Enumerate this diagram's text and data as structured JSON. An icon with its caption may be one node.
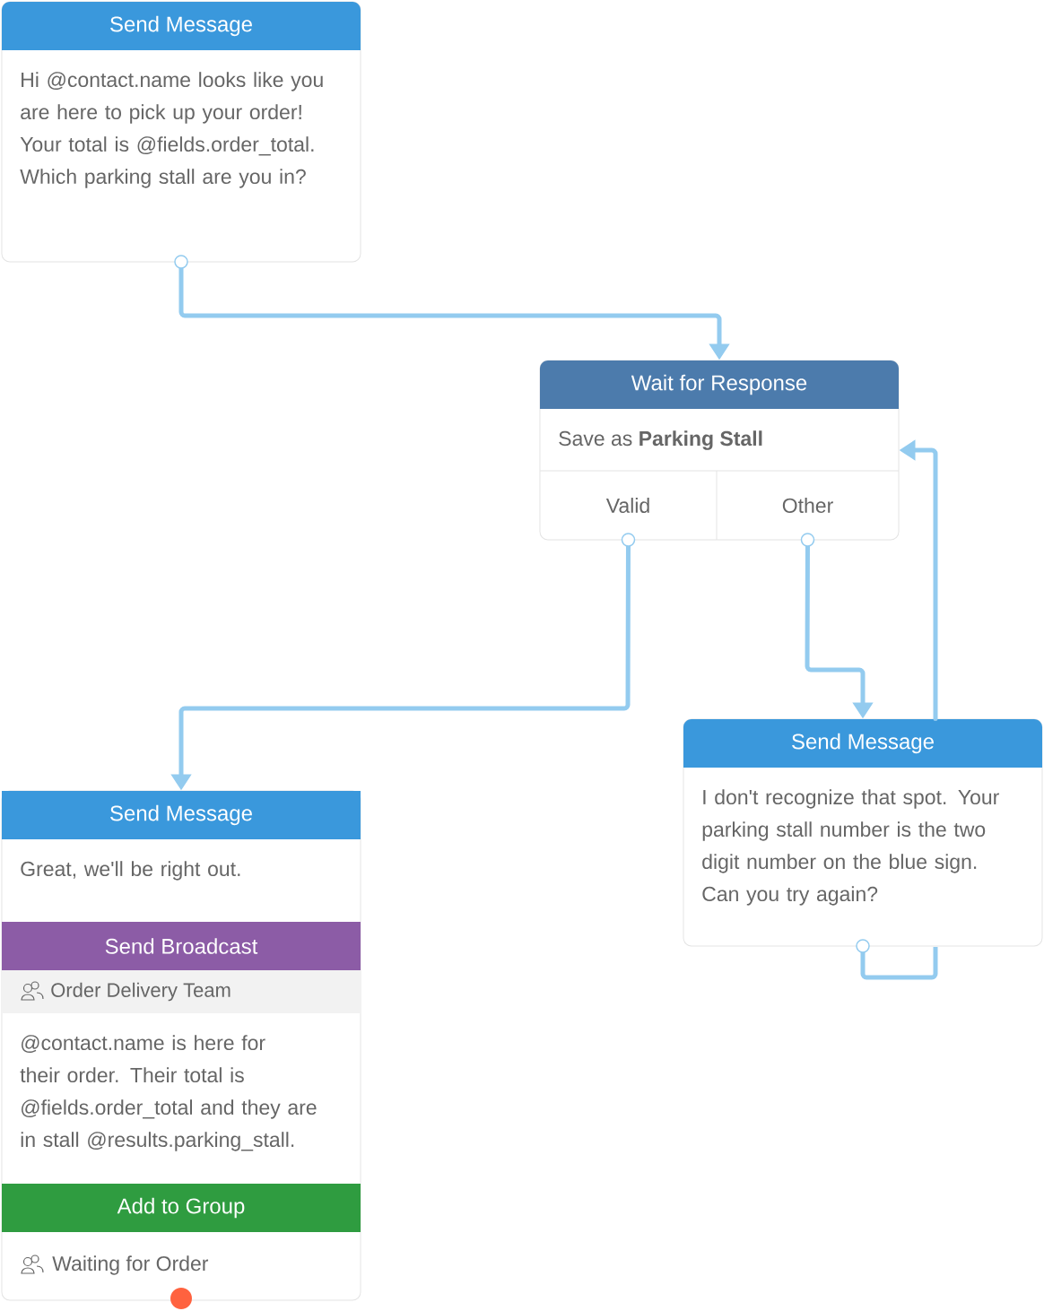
{
  "diagram": {
    "nodes": [
      {
        "text": [
          "Send Message",
          "Hi @contact.name looks like you are here to pick up your order! Your total is @fields.order_total. Which parking stall are you in?"
        ]
      },
      {
        "text": [
          "Wait for Response",
          "Save as **Parking Stall**"
        ]
      },
      {
        "text": [
          "Valid"
        ],
        "in": 1
      },
      {
        "text": [
          "Other"
        ],
        "in": 1
      },
      {
        "text": [],
        "shape": "box"
      },
      {
        "text": [
          "Send Message",
          "Great, we'll be right out."
        ],
        "in": 4
      },
      {
        "text": [
          "Send Broadcast",
          "Order Delivery Team",
          "@contact.name is here for their order. Their total is @fields.order_total and they are in stall @results.parking_stall."
        ],
        "in": 4
      },
      {
        "text": [
          "Add to Group",
          "Waiting for Order"
        ],
        "in": 4
      },
      {
        "text": [
          "Send Message",
          "I don't recognize that spot. Your parking stall number is the two digit number on the blue sign. Can you try again?"
        ]
      }
    ],
    "edges": [
      {
        "from": 0,
        "to": 1,
        "arrow": "to"
      },
      {
        "from": 2,
        "to": 4,
        "arrow": "to"
      },
      {
        "from": 3,
        "to": 8,
        "arrow": "to"
      },
      {
        "from": 8,
        "to": 1,
        "arrow": "to"
      }
    ]
  }
}
